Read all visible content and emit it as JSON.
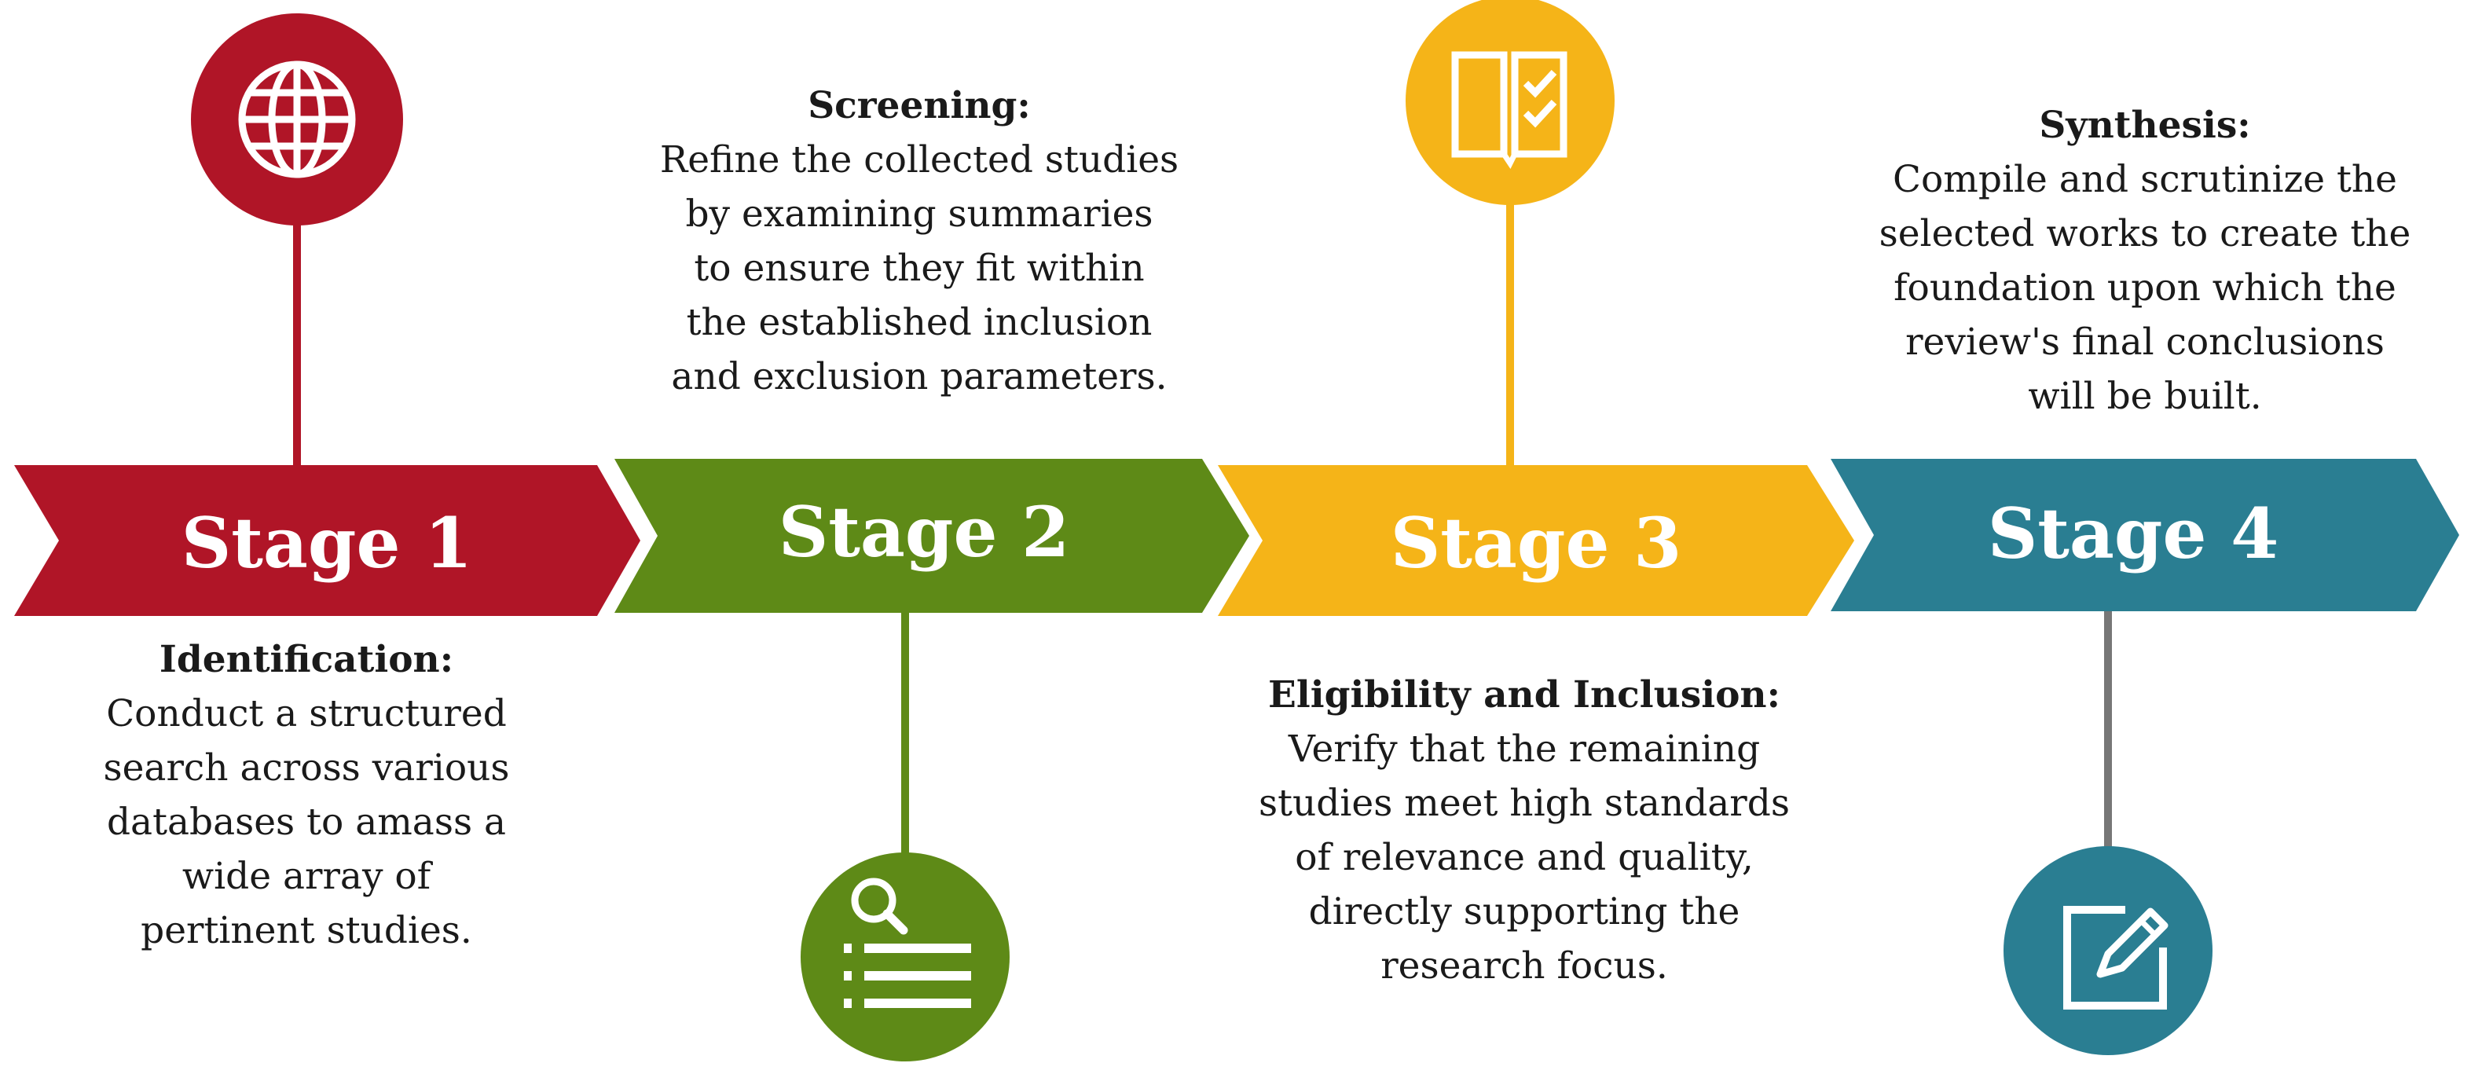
{
  "stages": [
    {
      "label": "Stage 1",
      "color": "#b01527",
      "icon": "globe-icon",
      "title": "Identification:",
      "body": "Conduct a structured\nsearch across various\ndatabases to amass a\nwide array of\npertinent studies."
    },
    {
      "label": "Stage 2",
      "color": "#5e8a17",
      "icon": "search-list-icon",
      "title": "Screening:",
      "body": "Refine the collected studies\nby examining summaries\nto ensure they fit within\nthe established inclusion\nand exclusion parameters."
    },
    {
      "label": "Stage 3",
      "color": "#f5b418",
      "icon": "book-checklist-icon",
      "title": "Eligibility and Inclusion:",
      "body": "Verify that the remaining\nstudies meet high standards\nof relevance and quality,\ndirectly supporting the\nresearch focus."
    },
    {
      "label": "Stage 4",
      "color": "#2a7e92",
      "icon": "edit-icon",
      "title": "Synthesis:",
      "body": "Compile and scrutinize the\nselected works to create the\nfoundation upon which the\nreview's final conclusions\nwill be built."
    }
  ],
  "connector_color_stage4": "#777777"
}
